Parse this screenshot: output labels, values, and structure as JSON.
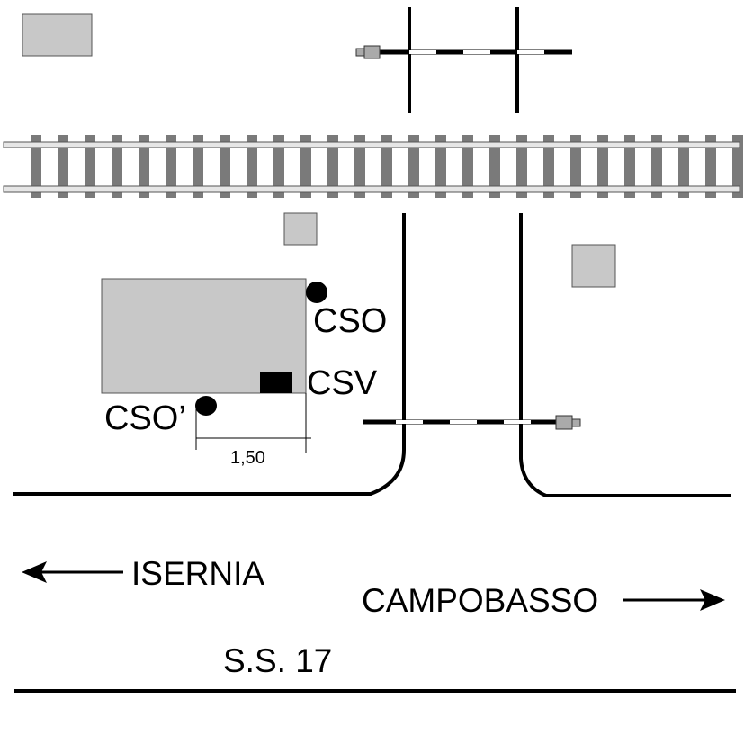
{
  "labels": {
    "cso": "CSO",
    "csv": "CSV",
    "cso_prime": "CSO’",
    "dimension": "1,50",
    "isernia": "ISERNIA",
    "campobasso": "CAMPOBASSO",
    "road": "S.S. 17"
  },
  "colors": {
    "ink": "#000000",
    "box_fill": "#c8c8c8",
    "box_stroke": "#555555",
    "sleeper": "#7a7a7a",
    "rail_fill": "#e6e6e6"
  }
}
